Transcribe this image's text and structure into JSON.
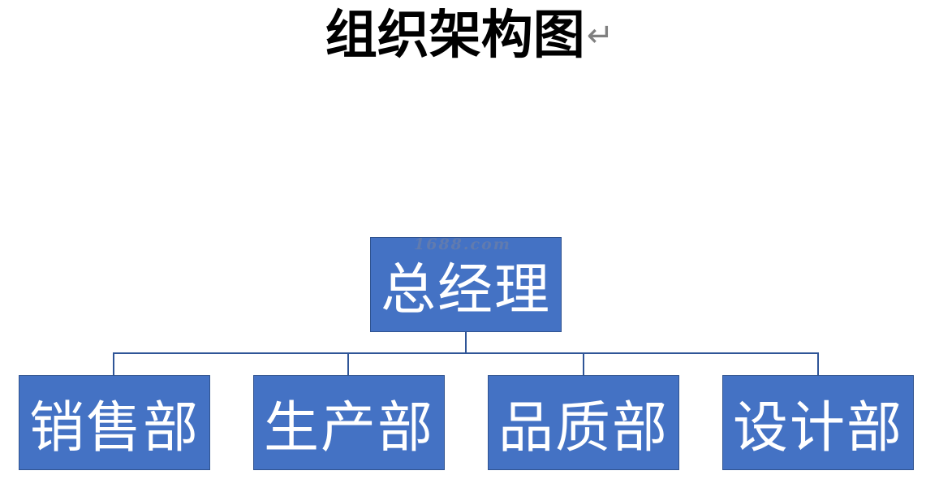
{
  "document": {
    "title": "组织架构图",
    "paragraph_mark": "↵"
  },
  "org_chart": {
    "root": {
      "label": "总经理"
    },
    "children": [
      {
        "label": "销售部"
      },
      {
        "label": "生产部"
      },
      {
        "label": "品质部"
      },
      {
        "label": "设计部"
      }
    ]
  },
  "watermark": {
    "text": "1688.com"
  },
  "colors": {
    "node_fill": "#4472c4",
    "node_border": "#2f528f",
    "node_text": "#ffffff",
    "connector": "#2f5597",
    "title_text": "#000000"
  }
}
